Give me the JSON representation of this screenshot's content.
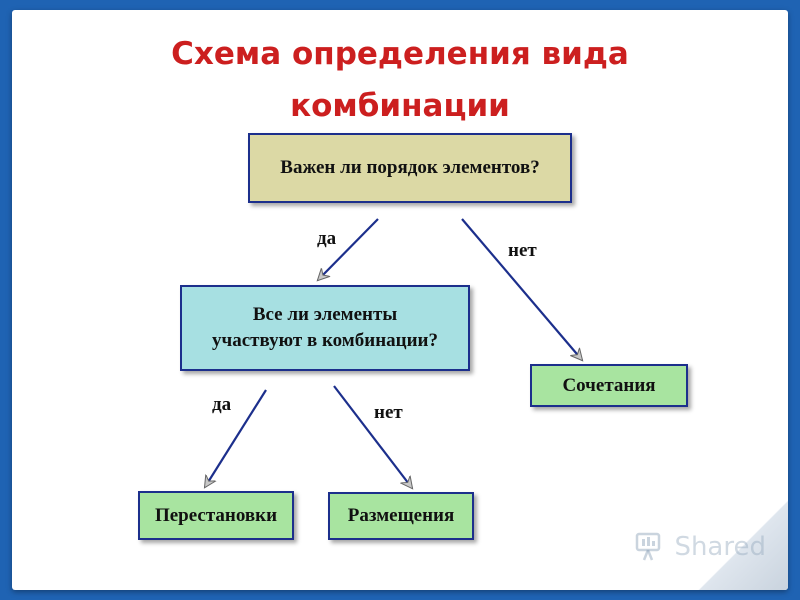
{
  "title": {
    "line1": "Схема  определения вида",
    "line2": "комбинации"
  },
  "nodes": {
    "question_order": "Важен ли порядок элементов?",
    "question_all": "Все ли элементы\nучаствуют в комбинации?",
    "combinations": "Сочетания",
    "permutations": "Перестановки",
    "arrangements": "Размещения"
  },
  "edges": {
    "yes_1": "да",
    "no_1": "нет",
    "yes_2": "да",
    "no_2": "нет"
  },
  "watermark": {
    "text": "Shared"
  },
  "colors": {
    "background": "#1f63b3",
    "title": "#cc1f1f",
    "border": "#1c2f8c",
    "question_order_fill": "#dcd9a5",
    "question_all_fill": "#a7e0e2",
    "leaf_fill": "#a8e4a0"
  }
}
